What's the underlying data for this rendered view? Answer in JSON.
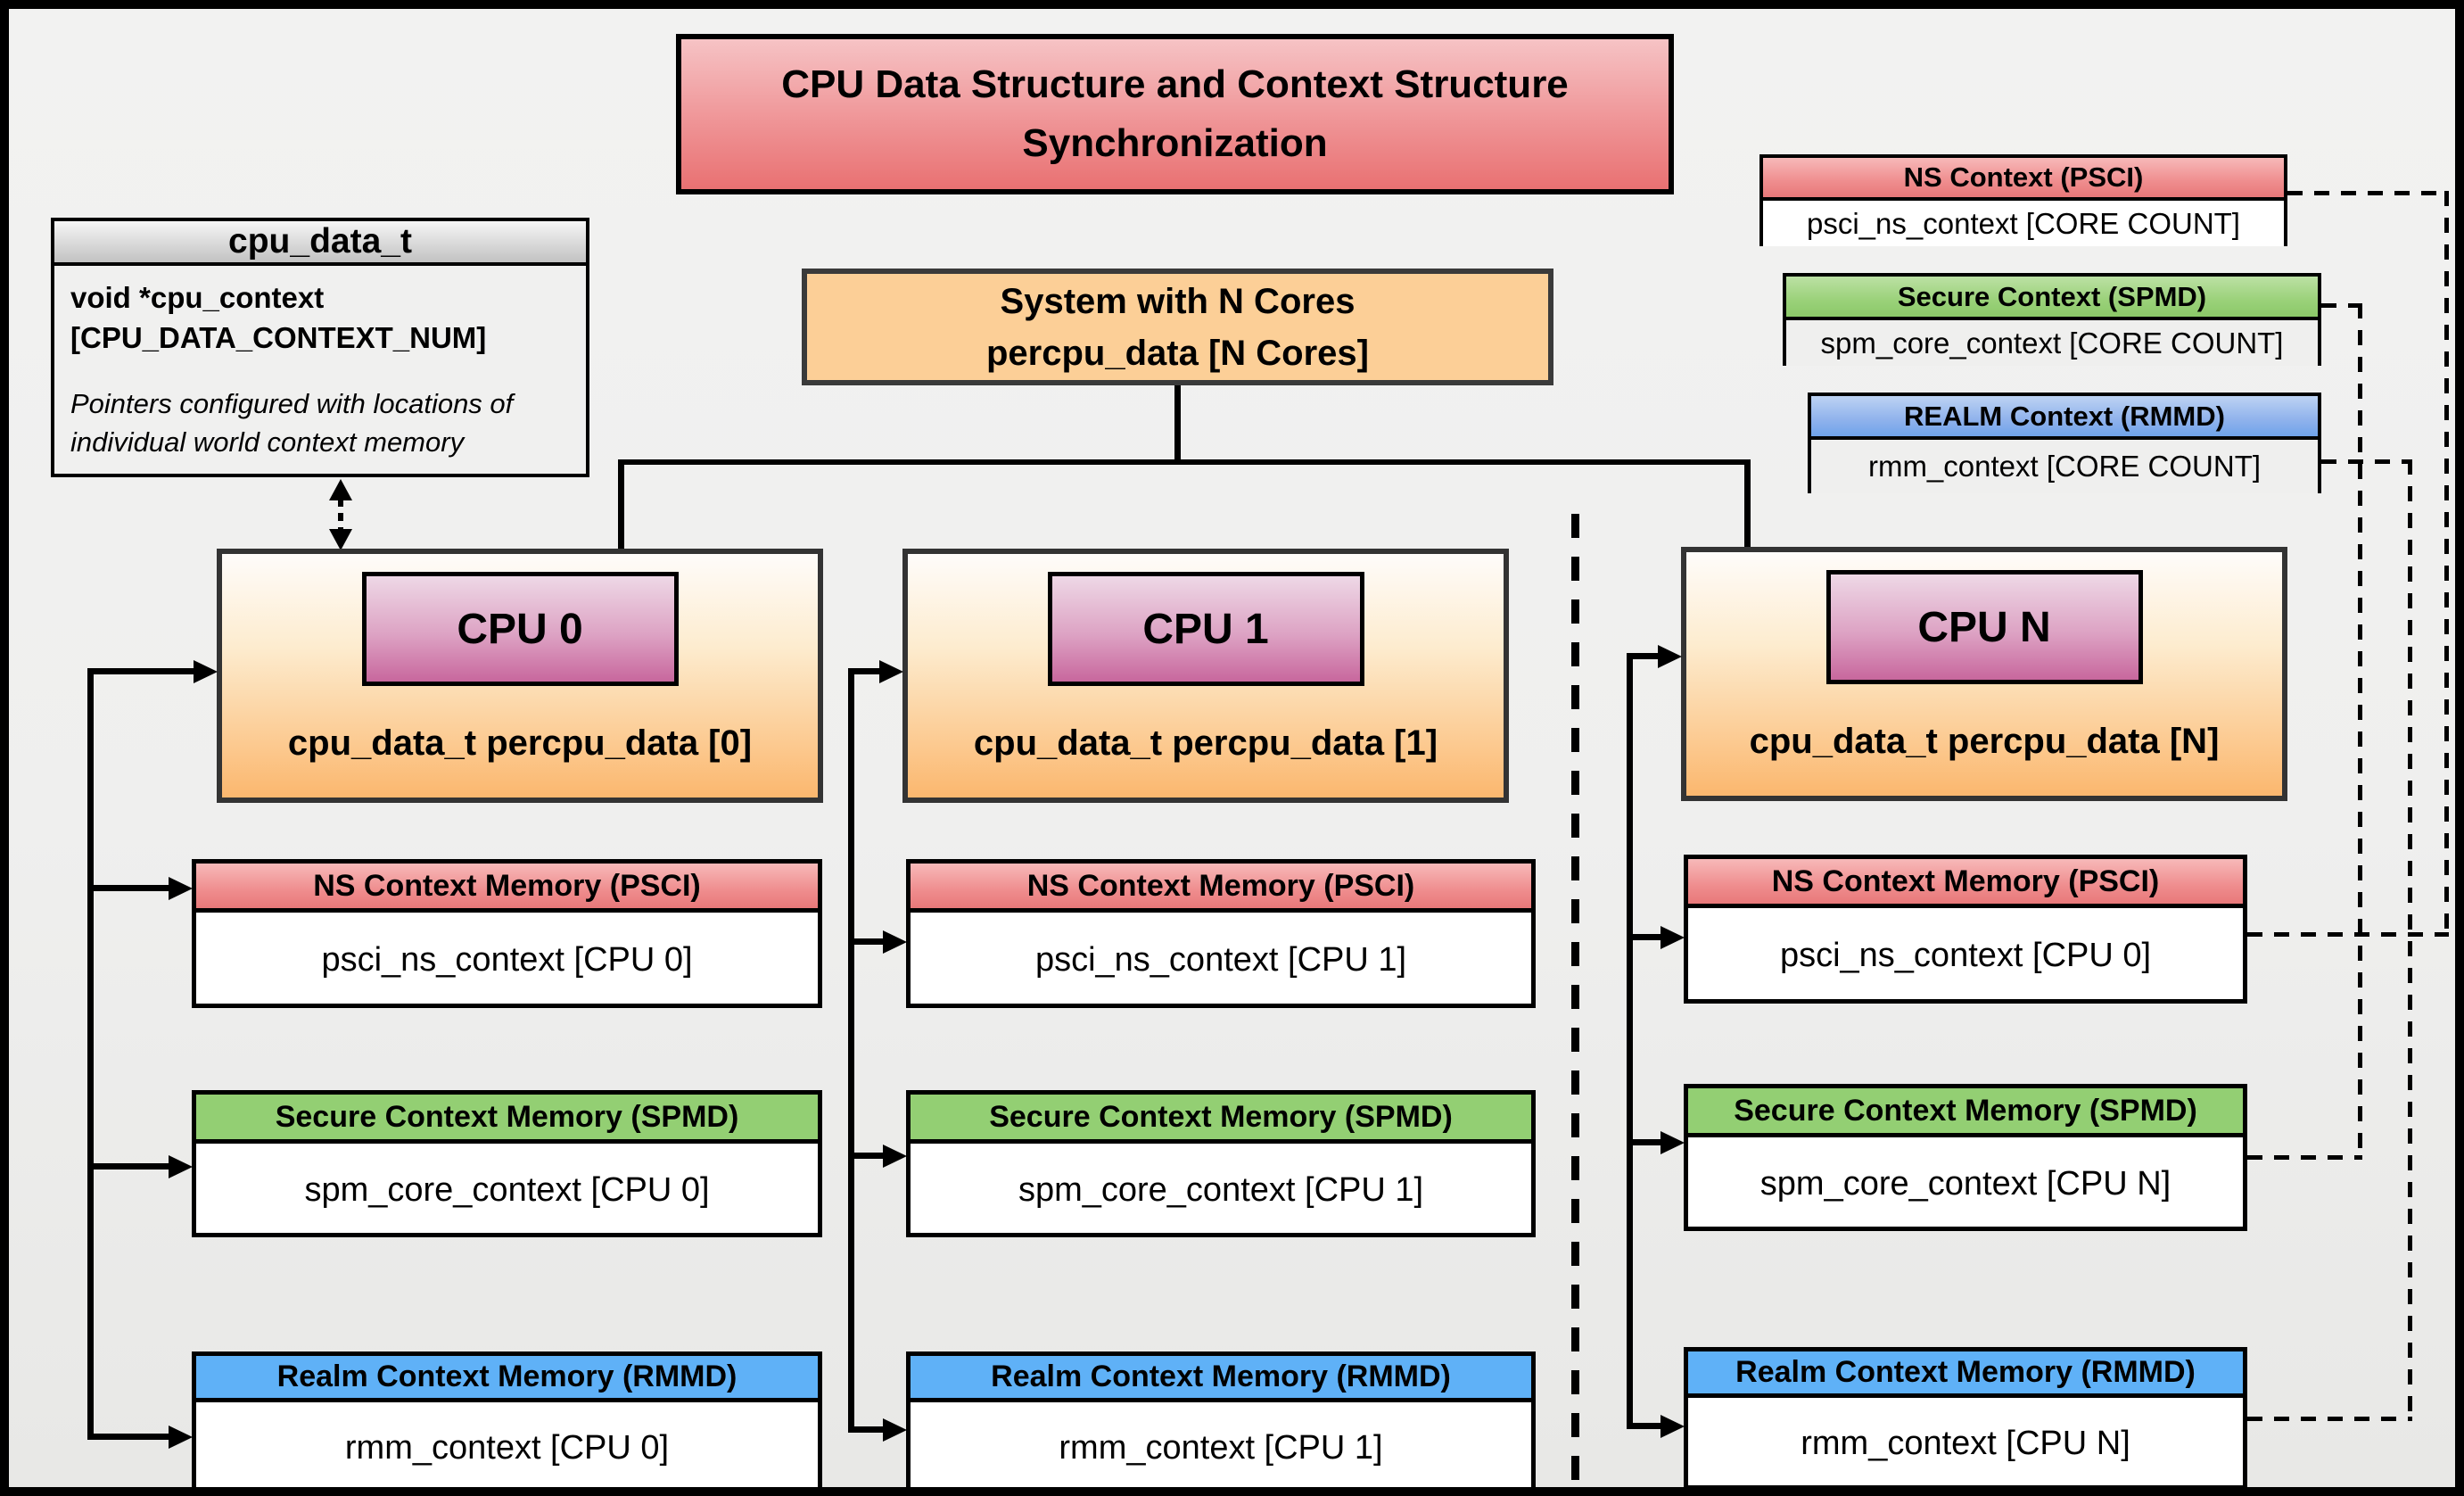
{
  "title": "CPU Data Structure and Context Structure Synchronization",
  "cpu_data_struct": {
    "header": "cpu_data_t",
    "field": "void  *cpu_context [CPU_DATA_CONTEXT_NUM]",
    "note": "Pointers configured with locations of individual world context memory"
  },
  "system_box": {
    "line1": "System with N Cores",
    "line2": "percpu_data [N Cores]"
  },
  "legend": [
    {
      "id": "ns",
      "header": "NS Context  (PSCI)",
      "body": "psci_ns_context [CORE COUNT]"
    },
    {
      "id": "secure",
      "header": "Secure Context (SPMD)",
      "body": "spm_core_context [CORE COUNT]"
    },
    {
      "id": "realm",
      "header": "REALM Context (RMMD)",
      "body": "rmm_context [CORE COUNT]"
    }
  ],
  "cpus": [
    {
      "label": "CPU 0",
      "data_label": "cpu_data_t percpu_data [0]",
      "contexts": [
        {
          "header": "NS Context Memory (PSCI)",
          "body": "psci_ns_context [CPU 0]"
        },
        {
          "header": "Secure Context Memory (SPMD)",
          "body": "spm_core_context [CPU 0]"
        },
        {
          "header": "Realm Context Memory (RMMD)",
          "body": "rmm_context [CPU 0]"
        }
      ]
    },
    {
      "label": "CPU 1",
      "data_label": "cpu_data_t percpu_data [1]",
      "contexts": [
        {
          "header": "NS Context Memory (PSCI)",
          "body": "psci_ns_context [CPU 1]"
        },
        {
          "header": "Secure Context Memory (SPMD)",
          "body": "spm_core_context [CPU 1]"
        },
        {
          "header": "Realm Context Memory (RMMD)",
          "body": "rmm_context [CPU 1]"
        }
      ]
    },
    {
      "label": "CPU N",
      "data_label": "cpu_data_t percpu_data [N]",
      "contexts": [
        {
          "header": "NS Context Memory (PSCI)",
          "body": "psci_ns_context [CPU 0]"
        },
        {
          "header": "Secure Context Memory (SPMD)",
          "body": "spm_core_context [CPU N]"
        },
        {
          "header": "Realm Context Memory (RMMD)",
          "body": "rmm_context [CPU N]"
        }
      ]
    }
  ],
  "colors": {
    "title_red": "#e97172",
    "ns_red": "#e87879",
    "secure_green": "#93cf73",
    "realm_blue": "#5fb1f7",
    "system_orange": "#fccf97",
    "cpu_orange": "#fbb76e",
    "cpu_pink": "#c8679d",
    "background": "#efefee",
    "line_black": "#000000"
  }
}
